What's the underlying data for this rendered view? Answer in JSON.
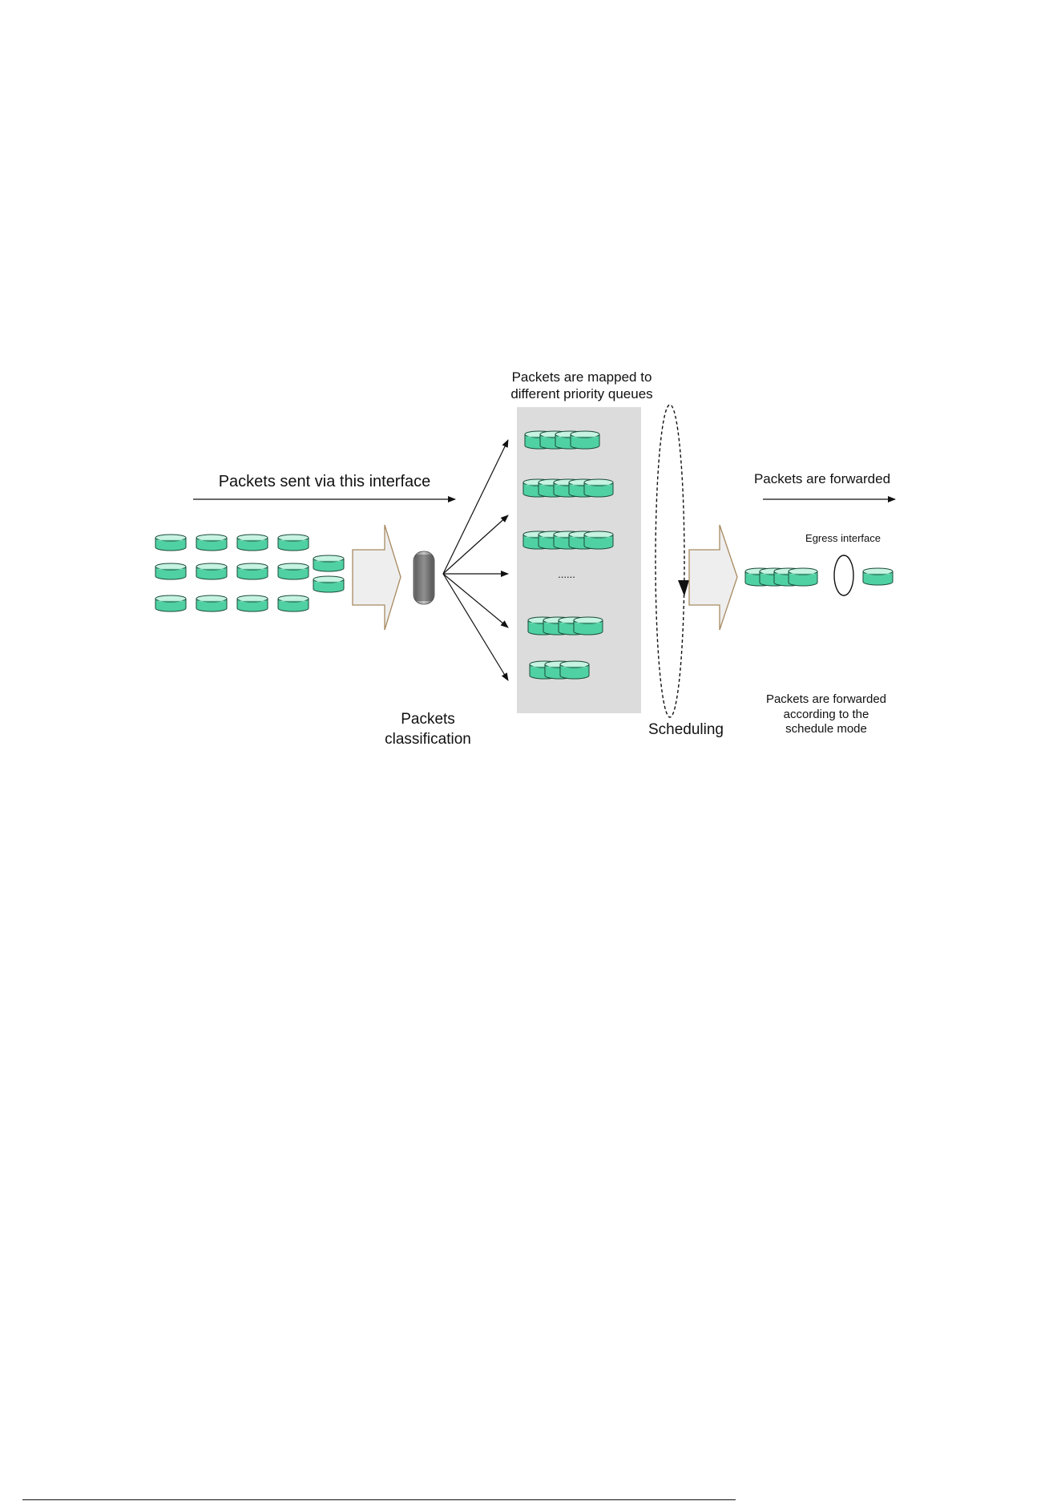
{
  "labels": {
    "sent": "Packets sent via this interface",
    "mapped_line1": "Packets are mapped to",
    "mapped_line2": "different priority queues",
    "forwarded": "Packets are forwarded",
    "egress": "Egress interface",
    "ellipsis": "......",
    "classification_line1": "Packets",
    "classification_line2": "classification",
    "scheduling": "Scheduling",
    "schedule_mode_line1": "Packets are forwarded",
    "schedule_mode_line2": "according to the",
    "schedule_mode_line3": "schedule mode"
  },
  "counts": {
    "incoming_packets": 14,
    "queue_packets": [
      4,
      5,
      5,
      4,
      3
    ],
    "egress_queue_packets": 4,
    "forwarded_packets": 1
  },
  "colors": {
    "packet_fill": "#4fd1a3",
    "packet_top": "#c7f3e2",
    "packet_stroke": "#1a4a38",
    "queue_panel": "#dcdcdc",
    "big_arrow_fill": "#eeeeee",
    "big_arrow_stroke": "#a88a60",
    "line": "#111111"
  }
}
